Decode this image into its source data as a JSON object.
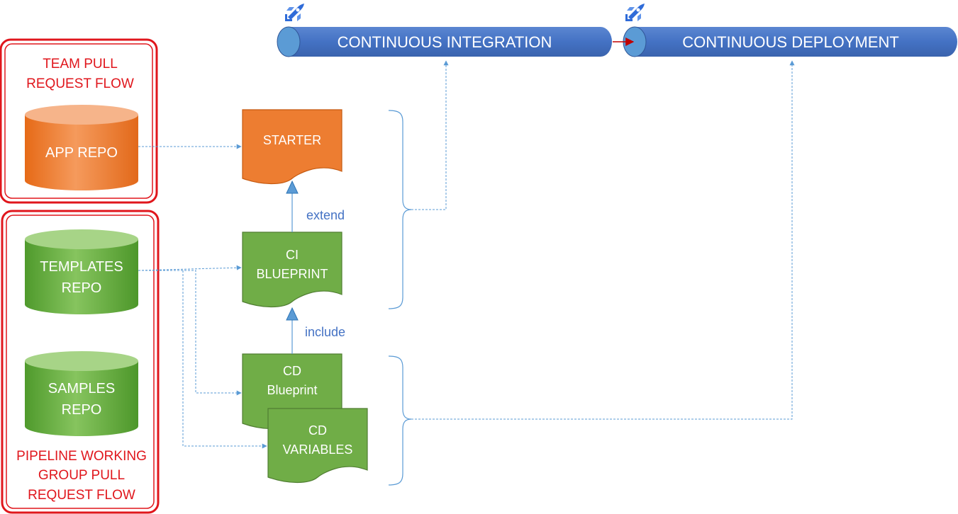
{
  "team_flow": {
    "title_line1": "TEAM PULL",
    "title_line2": "REQUEST FLOW"
  },
  "pipeline_flow": {
    "title_line1": "PIPELINE WORKING",
    "title_line2": "GROUP PULL",
    "title_line3": "REQUEST FLOW"
  },
  "repos": {
    "app": {
      "line1": "APP REPO"
    },
    "templates": {
      "line1": "TEMPLATES",
      "line2": "REPO"
    },
    "samples": {
      "line1": "SAMPLES",
      "line2": "REPO"
    }
  },
  "docs": {
    "starter": {
      "line1": "STARTER"
    },
    "ci_blueprint": {
      "line1": "CI",
      "line2": "BLUEPRINT"
    },
    "cd_blueprint": {
      "line1": "CD",
      "line2": "Blueprint"
    },
    "cd_variables": {
      "line1": "CD",
      "line2": "VARIABLES"
    }
  },
  "relations": {
    "extend": "extend",
    "include": "include"
  },
  "pipelines": {
    "ci": "CONTINUOUS INTEGRATION",
    "cd": "CONTINUOUS DEPLOYMENT"
  },
  "icons": {
    "ci": "azure-pipelines-rocket-icon",
    "cd": "azure-pipelines-rocket-icon"
  },
  "colors": {
    "red_frame": "#e0161c",
    "red_text": "#e0161c",
    "orange": "#ed7d31",
    "green": "#6aae45",
    "blue_pipe": "#4472c4",
    "blue_cap": "#5b9bd5",
    "connector": "#5b9bd5",
    "relation_text": "#4472c4"
  }
}
